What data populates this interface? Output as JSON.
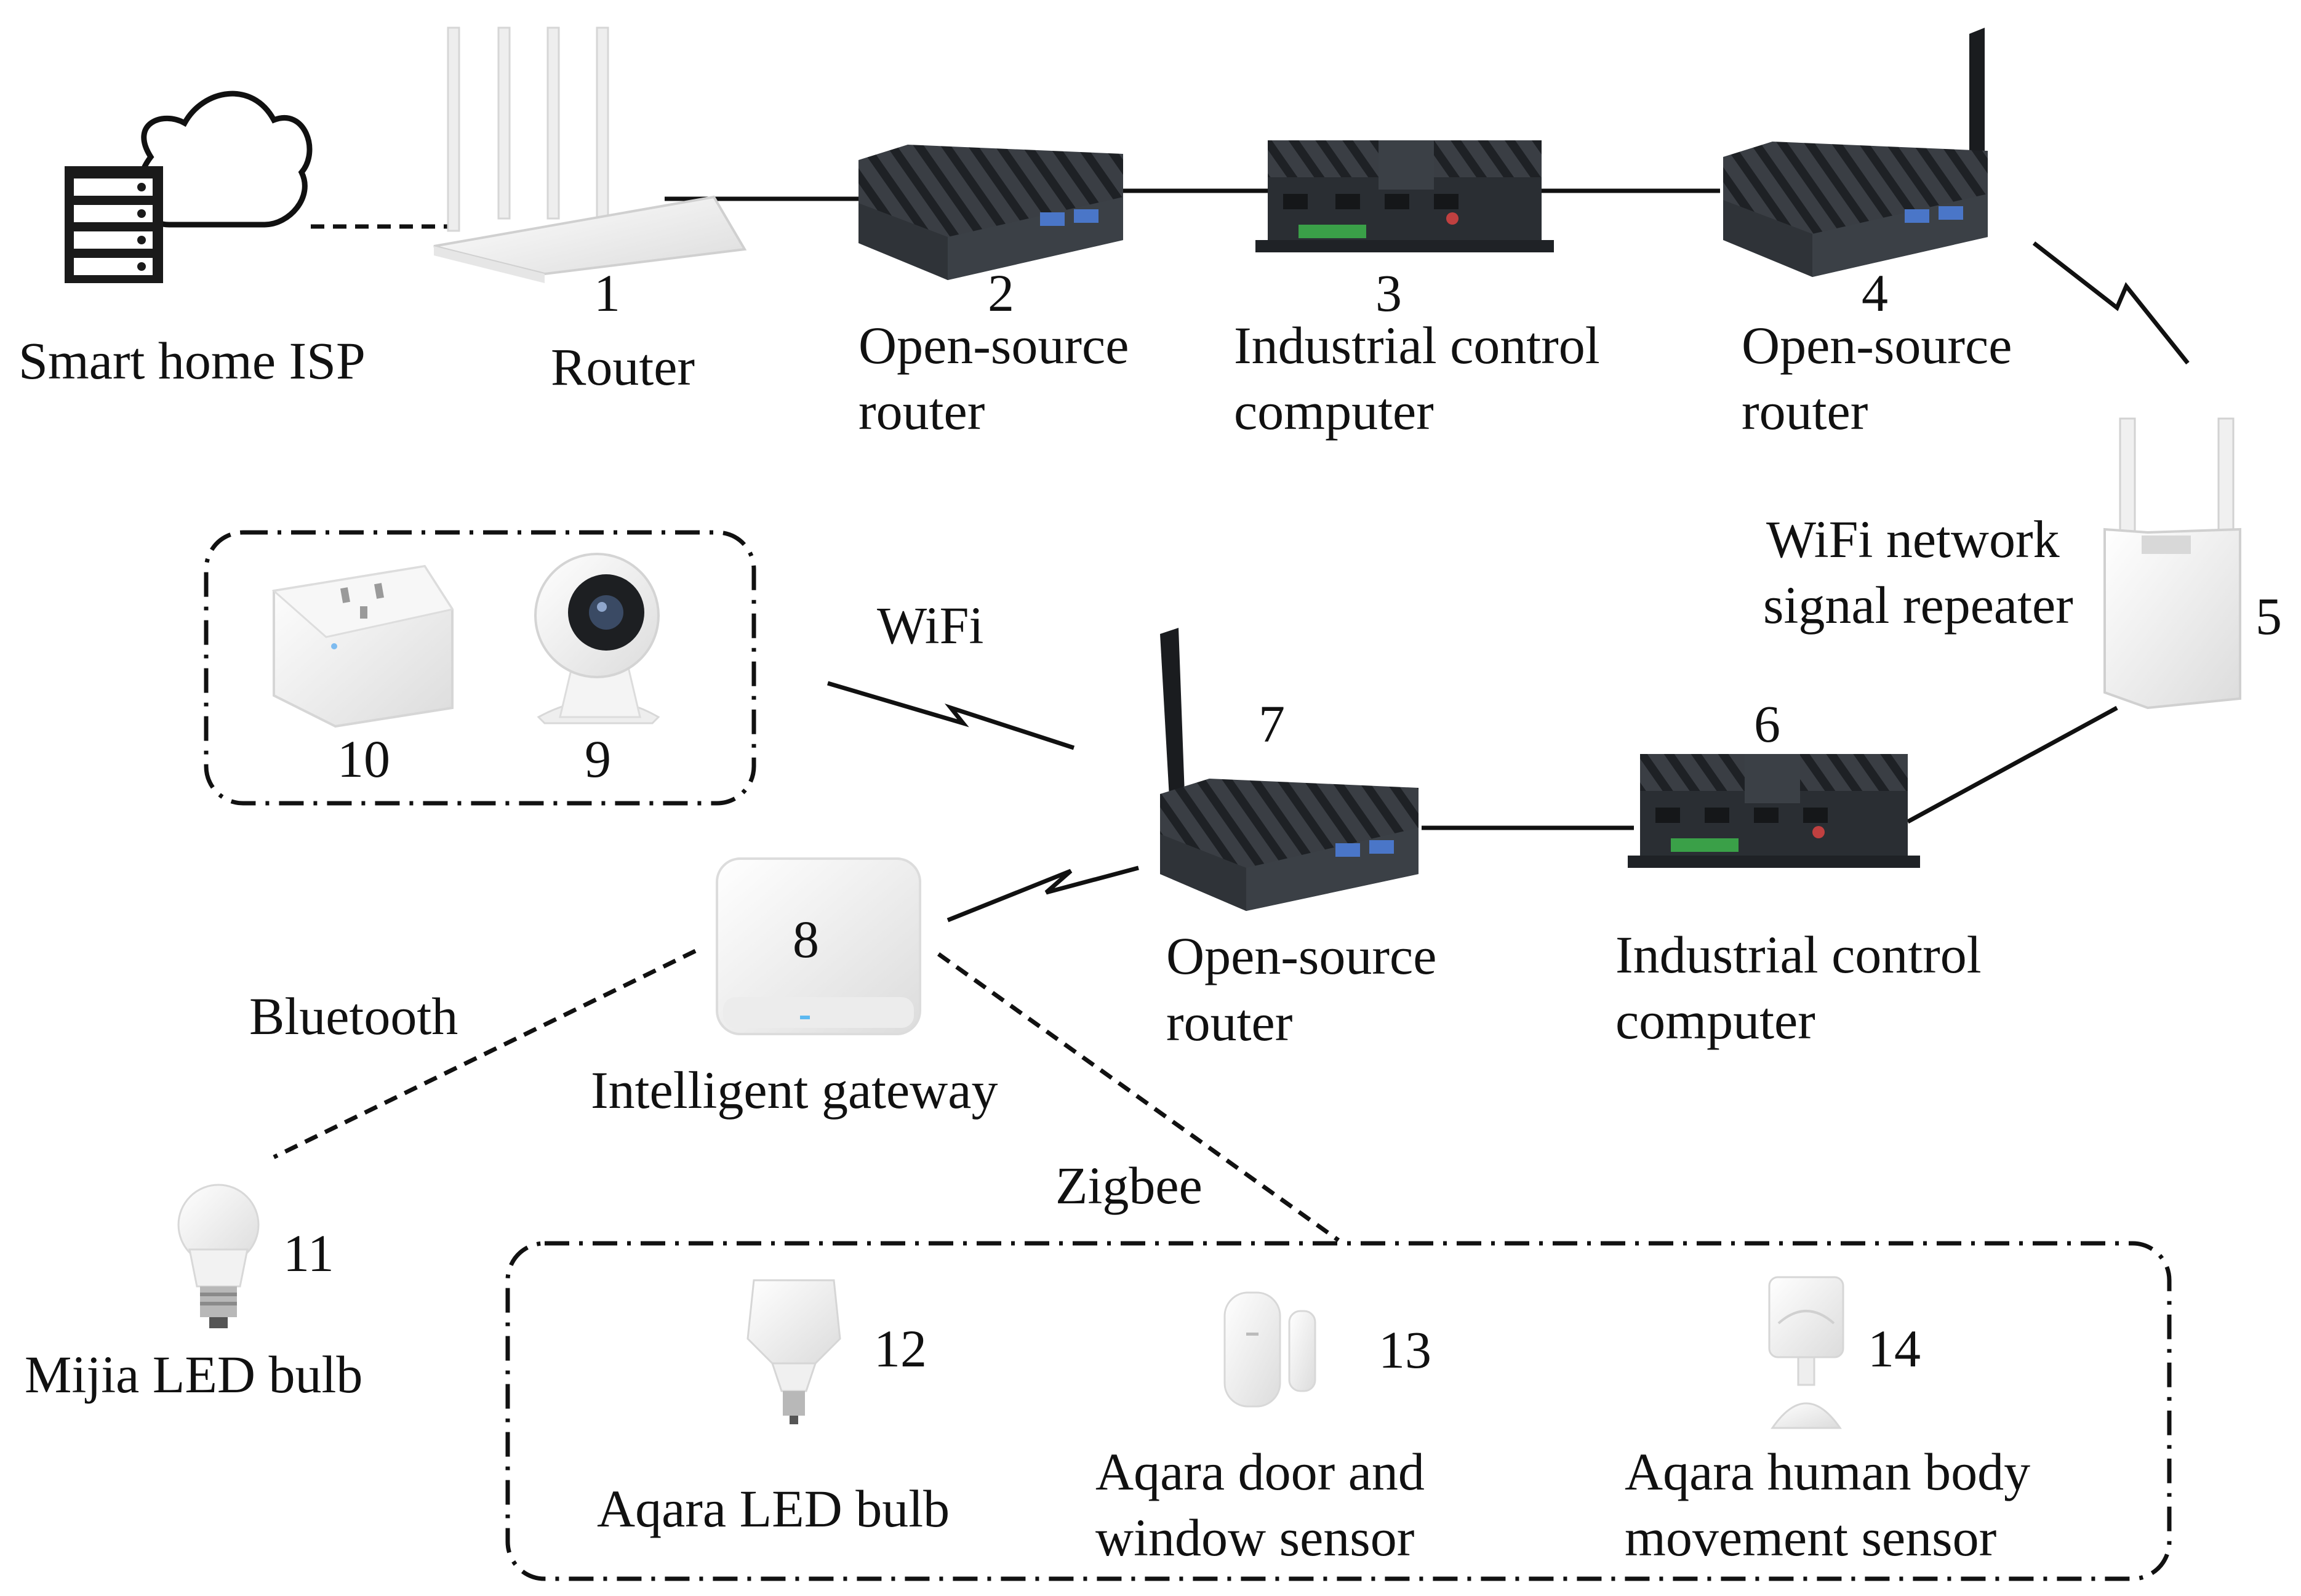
{
  "labels": {
    "isp": "Smart home ISP",
    "router1": "Router",
    "router2_l1": "Open-source",
    "router2_l2": "router",
    "ipc3_l1": "Industrial control",
    "ipc3_l2": "computer",
    "router4_l1": "Open-source",
    "router4_l2": "router",
    "repeater_l1": "WiFi network",
    "repeater_l2": "signal repeater",
    "ipc6_l1": "Industrial control",
    "ipc6_l2": "computer",
    "router7_l1": "Open-source",
    "router7_l2": "router",
    "gateway": "Intelligent gateway",
    "wifi": "WiFi",
    "bluetooth": "Bluetooth",
    "zigbee": "Zigbee",
    "bulb11": "Mijia LED bulb",
    "bulb12": "Aqara LED bulb",
    "sensor13_l1": "Aqara door and",
    "sensor13_l2": "window sensor",
    "sensor14_l1": "Aqara human body",
    "sensor14_l2": "movement sensor"
  },
  "numbers": {
    "n1": "1",
    "n2": "2",
    "n3": "3",
    "n4": "4",
    "n5": "5",
    "n6": "6",
    "n7": "7",
    "n8": "8",
    "n9": "9",
    "n10": "10",
    "n11": "11",
    "n12": "12",
    "n13": "13",
    "n14": "14"
  },
  "colors": {
    "device_dark": "#2f3338",
    "device_light": "#f2f2f2",
    "line": "#111111"
  }
}
